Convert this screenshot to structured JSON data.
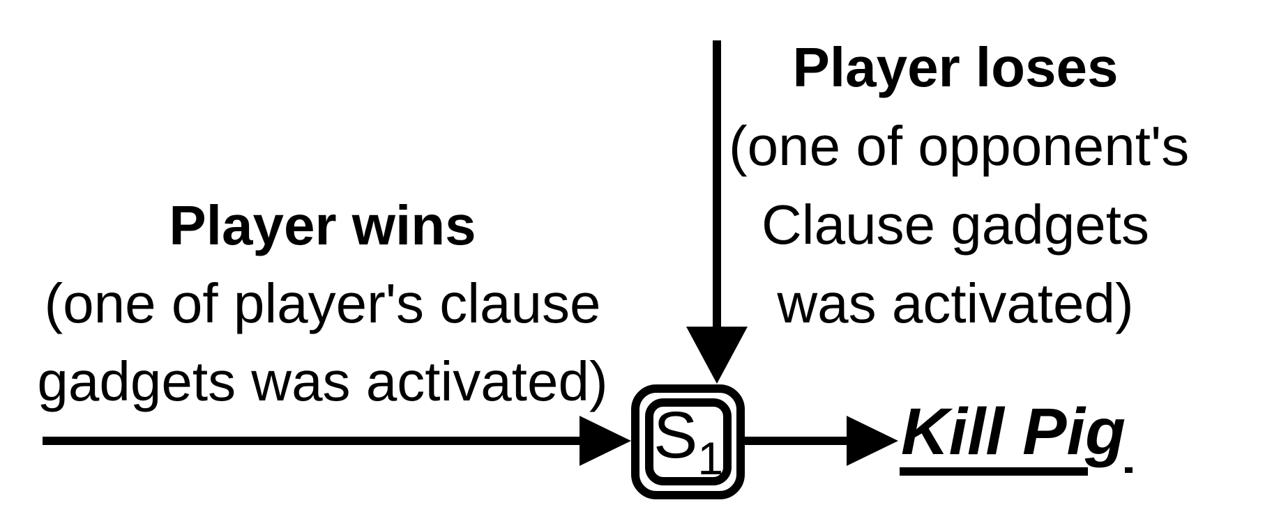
{
  "diagram": {
    "background_color": "#ffffff",
    "ink_color": "#000000",
    "labels": {
      "win": {
        "title": "Player wins",
        "lines": [
          "(one of player's clause",
          "gadgets was activated)"
        ]
      },
      "lose": {
        "title": "Player loses",
        "lines": [
          "(one of opponent's",
          "Clause gadgets",
          "was activated)"
        ]
      },
      "outcome": "Kill Pig"
    },
    "node": {
      "label": "S",
      "subscript": "1"
    }
  }
}
